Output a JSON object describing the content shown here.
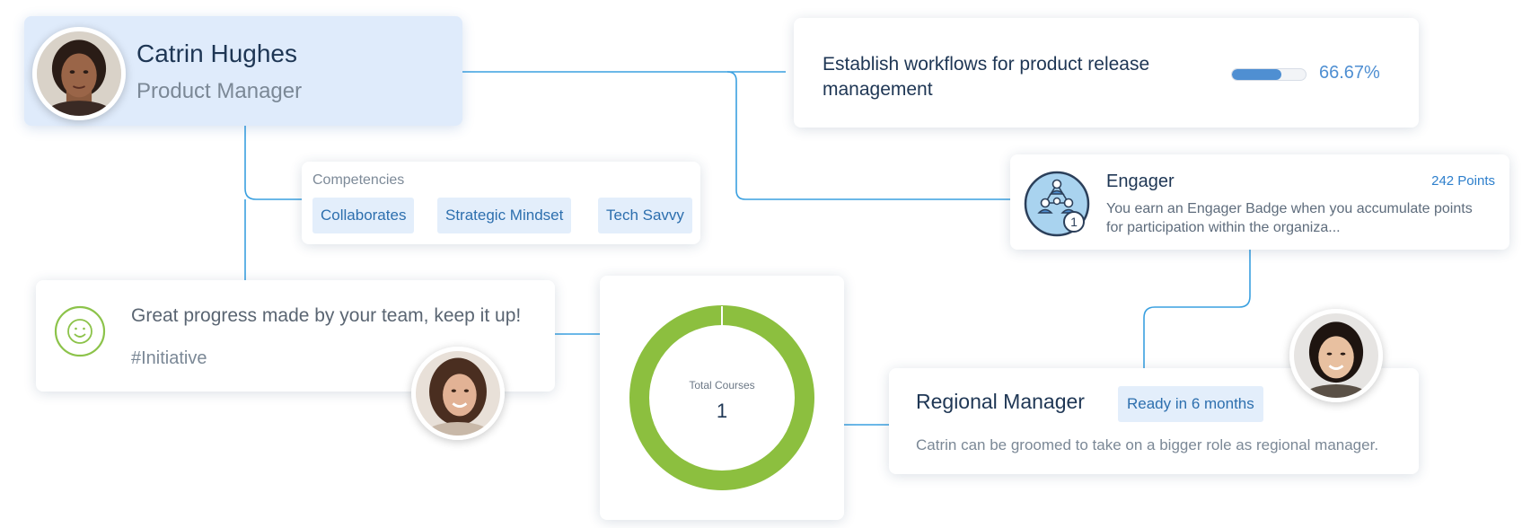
{
  "profile": {
    "name": "Catrin Hughes",
    "role": "Product Manager"
  },
  "competencies": {
    "title": "Competencies",
    "items": [
      "Collaborates",
      "Strategic Mindset",
      "Tech Savvy"
    ]
  },
  "goal": {
    "text": "Establish workflows for product release management",
    "progress_percent": 66.67,
    "progress_label": "66.67%"
  },
  "badge": {
    "title": "Engager",
    "points": "242 Points",
    "description": "You earn an Engager Badge when you accumulate points for participation within the organiza...",
    "count": "1"
  },
  "feed": {
    "message": "Great progress made by your team, keep it up!",
    "tag": "#Initiative"
  },
  "courses": {
    "label": "Total Courses",
    "count": "1"
  },
  "career": {
    "title": "Regional Manager",
    "readiness": "Ready in 6 months",
    "description": "Catrin can be groomed to take on a bigger role as regional manager."
  },
  "colors": {
    "accent_blue": "#4f8fd2",
    "connector_blue": "#3aa0e0",
    "chip_background": "#e3eefb",
    "donut_green": "#8cbf3f",
    "smile_green": "#8cc34a",
    "profile_background": "#dfebfb"
  },
  "icons": {
    "badge_icon": "people-network-badge-icon",
    "feed_icon": "smiley-face-icon"
  }
}
